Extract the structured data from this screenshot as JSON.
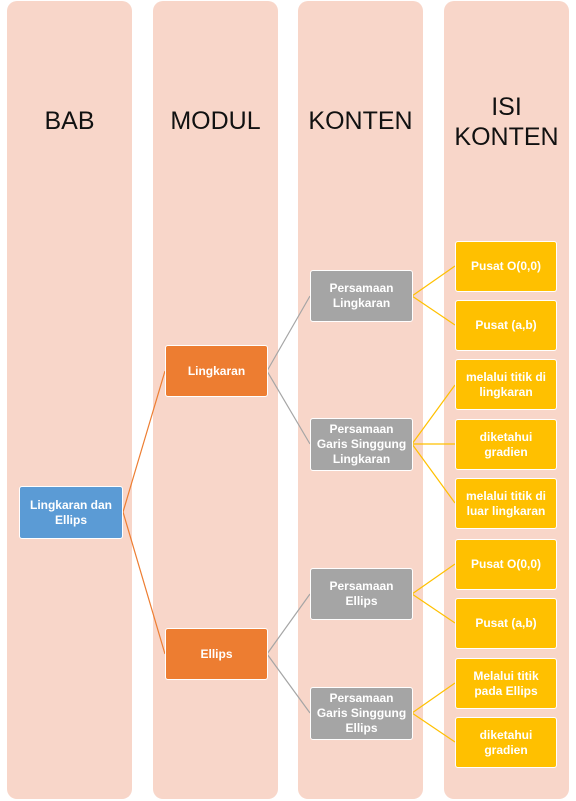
{
  "columns": [
    {
      "title_lines": [
        "BAB"
      ]
    },
    {
      "title_lines": [
        "MODUL"
      ]
    },
    {
      "title_lines": [
        "KONTEN"
      ]
    },
    {
      "title_lines": [
        "ISI",
        "KONTEN"
      ]
    }
  ],
  "colors": {
    "background_panel": "#f8d6c9",
    "bab": "#5b9bd5",
    "modul": "#ed7d31",
    "konten": "#a5a5a5",
    "isi_konten": "#ffc000"
  },
  "bab": {
    "lines": [
      "Lingkaran dan",
      "Ellips"
    ]
  },
  "modul": [
    {
      "lines": [
        "Lingkaran"
      ]
    },
    {
      "lines": [
        "Ellips"
      ]
    }
  ],
  "konten": [
    {
      "lines": [
        "Persamaan",
        "Lingkaran"
      ]
    },
    {
      "lines": [
        "Persamaan",
        "Garis Singgung",
        "Lingkaran"
      ]
    },
    {
      "lines": [
        "Persamaan",
        "Ellips"
      ]
    },
    {
      "lines": [
        "Persamaan",
        "Garis Singgung",
        "Ellips"
      ]
    }
  ],
  "isi_konten": [
    {
      "lines": [
        "Pusat O(0,0)"
      ]
    },
    {
      "lines": [
        "Pusat (a,b)"
      ]
    },
    {
      "lines": [
        "melalui titik di",
        "lingkaran"
      ]
    },
    {
      "lines": [
        "diketahui",
        "gradien"
      ]
    },
    {
      "lines": [
        "melalui titik di",
        "luar lingkaran"
      ]
    },
    {
      "lines": [
        "Pusat O(0,0)"
      ]
    },
    {
      "lines": [
        "Pusat (a,b)"
      ]
    },
    {
      "lines": [
        "Melalui titik",
        "pada Ellips"
      ]
    },
    {
      "lines": [
        "diketahui",
        "gradien"
      ]
    }
  ]
}
